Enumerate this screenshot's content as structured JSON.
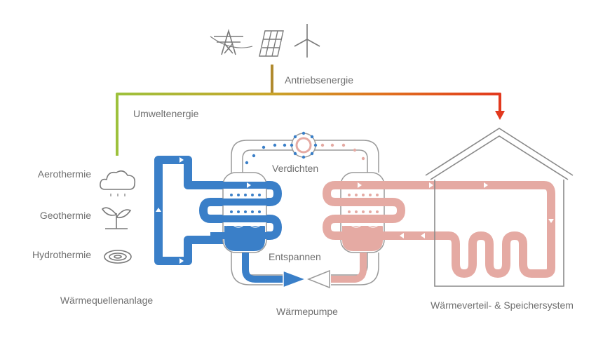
{
  "labels": {
    "antriebsenergie": "Antriebsenergie",
    "umweltenergie": "Umweltenergie",
    "aerothermie": "Aerothermie",
    "geothermie": "Geothermie",
    "hydrothermie": "Hydrothermie",
    "verdichten": "Verdichten",
    "entspannen": "Entspannen",
    "waermequellenanlage": "Wärmequellenanlage",
    "waermepumpe": "Wärmepumpe",
    "waermeverteil": "Wärmeverteil- & Speichersystem"
  },
  "icons": {
    "power_source_1": "power-pylon-icon",
    "power_source_2": "solar-panel-icon",
    "power_source_3": "wind-turbine-icon",
    "source_1": "cloud-icon",
    "source_2": "seedling-icon",
    "source_3": "water-ripple-icon"
  },
  "colors": {
    "cold_loop": "#3a7fc8",
    "warm_loop": "#e5aaa3",
    "energy_green": "#9dc13c",
    "energy_orange": "#d98a1f",
    "energy_red": "#e2381e",
    "stem_brown": "#b08a2e",
    "outline_grey": "#8a8a8a"
  }
}
